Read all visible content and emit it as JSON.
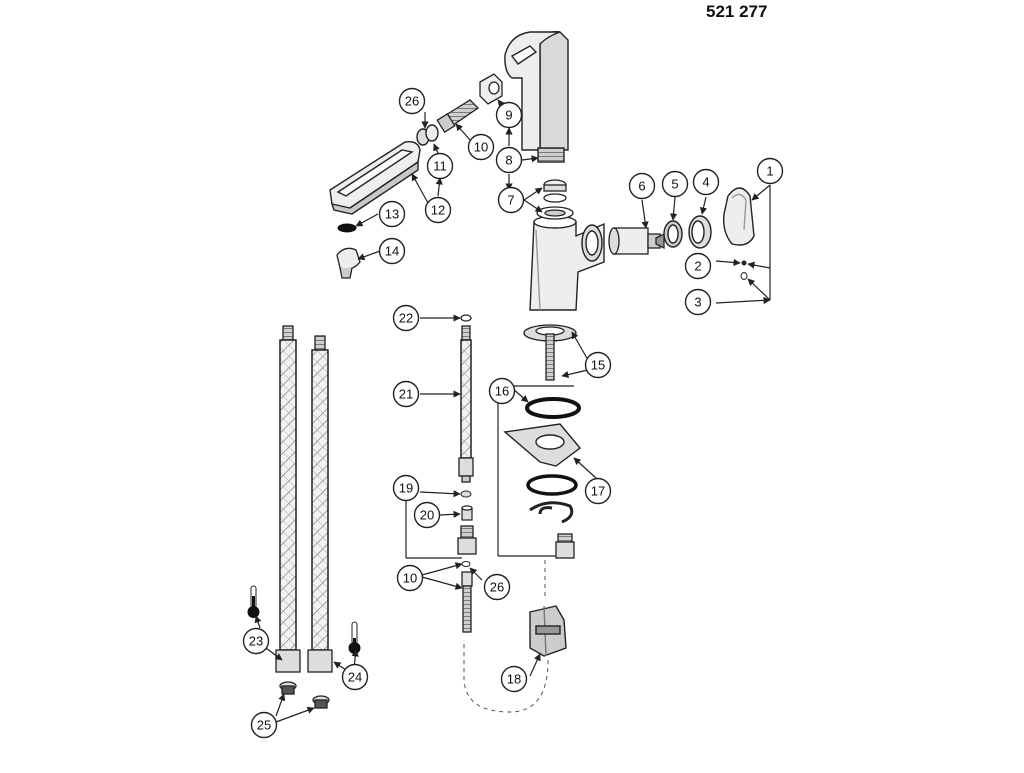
{
  "document": {
    "part_number": "521 277"
  },
  "colors": {
    "line": "#222222",
    "part_fill": "#eeeeee",
    "shade": "#bdbdbd",
    "dark": "#333333",
    "callout_fill": "#ffffff",
    "thermo_fill": "#111111"
  },
  "callouts": [
    {
      "id": "1",
      "label": "1"
    },
    {
      "id": "2",
      "label": "2"
    },
    {
      "id": "3",
      "label": "3"
    },
    {
      "id": "4",
      "label": "4"
    },
    {
      "id": "5",
      "label": "5"
    },
    {
      "id": "6",
      "label": "6"
    },
    {
      "id": "7",
      "label": "7"
    },
    {
      "id": "8",
      "label": "8"
    },
    {
      "id": "9",
      "label": "9"
    },
    {
      "id": "10a",
      "label": "10"
    },
    {
      "id": "11",
      "label": "11"
    },
    {
      "id": "12",
      "label": "12"
    },
    {
      "id": "13",
      "label": "13"
    },
    {
      "id": "14",
      "label": "14"
    },
    {
      "id": "15",
      "label": "15"
    },
    {
      "id": "16",
      "label": "16"
    },
    {
      "id": "17",
      "label": "17"
    },
    {
      "id": "18",
      "label": "18"
    },
    {
      "id": "19",
      "label": "19"
    },
    {
      "id": "20",
      "label": "20"
    },
    {
      "id": "10b",
      "label": "10"
    },
    {
      "id": "21",
      "label": "21"
    },
    {
      "id": "22",
      "label": "22"
    },
    {
      "id": "23",
      "label": "23"
    },
    {
      "id": "24",
      "label": "24"
    },
    {
      "id": "25",
      "label": "25"
    },
    {
      "id": "26a",
      "label": "26"
    },
    {
      "id": "26b",
      "label": "26"
    }
  ]
}
